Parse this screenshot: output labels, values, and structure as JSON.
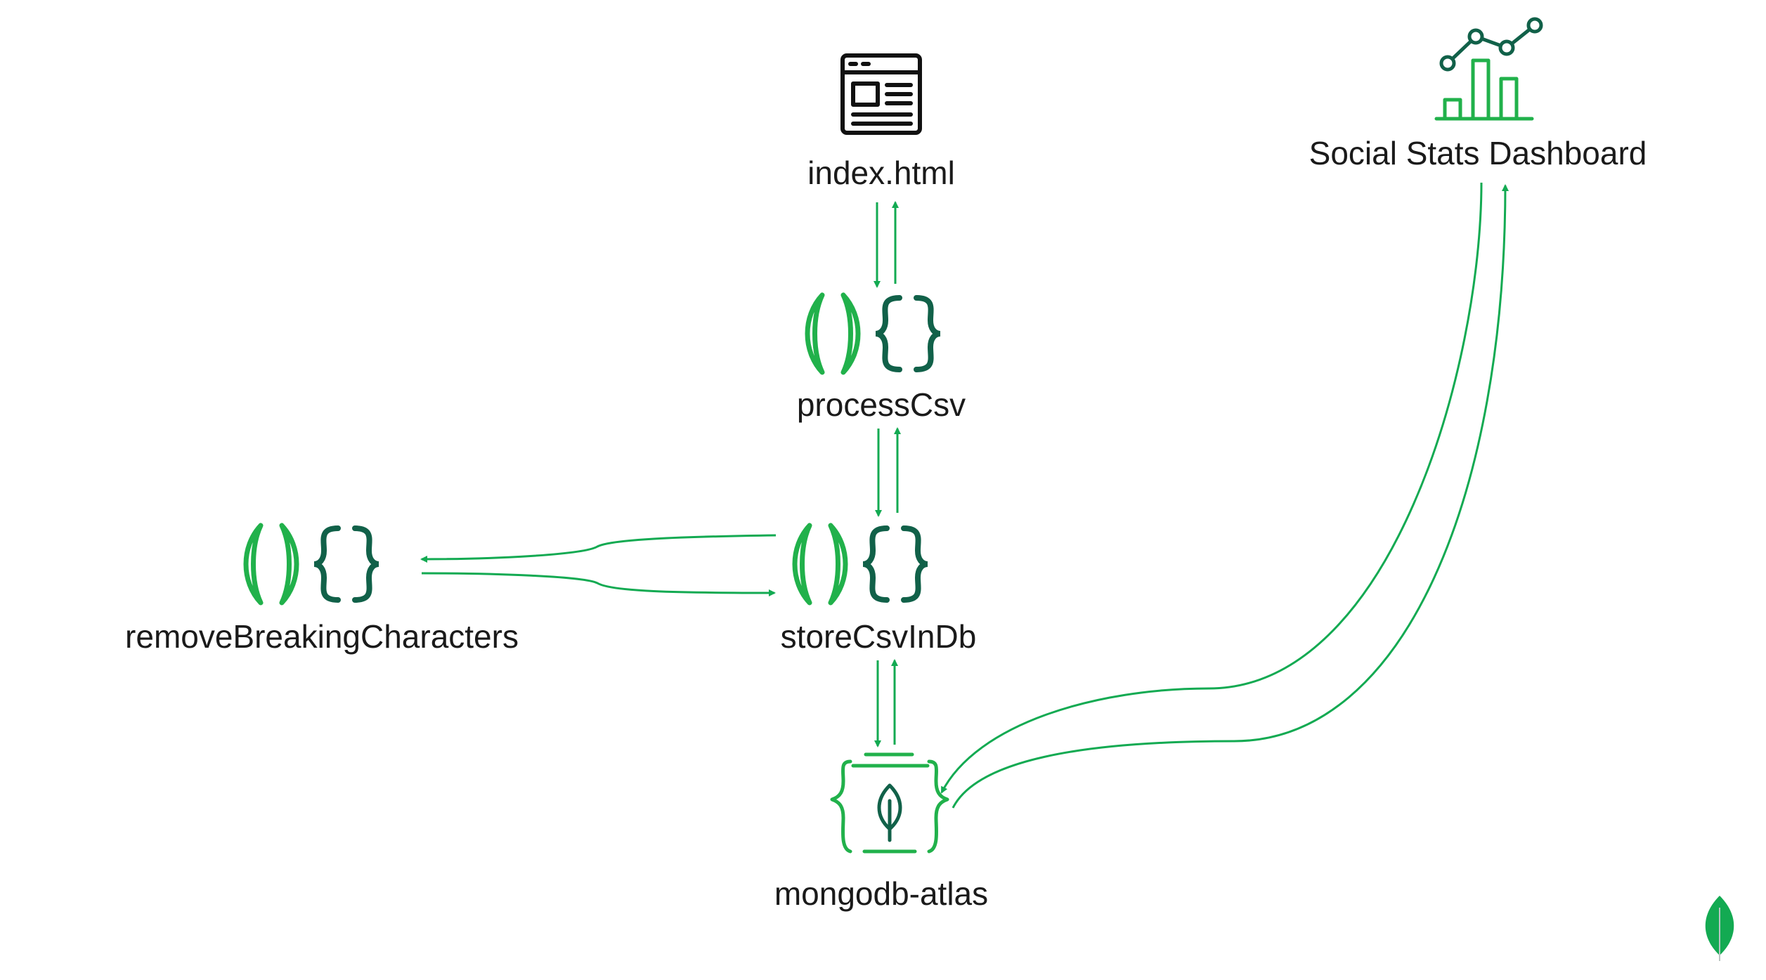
{
  "diagram": {
    "nodes": {
      "index_html": {
        "label": "index.html",
        "icon": "web-page-icon"
      },
      "process_csv": {
        "label": "processCsv",
        "icon": "function-icon"
      },
      "store_csv": {
        "label": "storeCsvInDb",
        "icon": "function-icon"
      },
      "remove_breaking": {
        "label": "removeBreakingCharacters",
        "icon": "function-icon"
      },
      "mongodb": {
        "label": "mongodb-atlas",
        "icon": "database-leaf-icon"
      },
      "dashboard": {
        "label": "Social Stats Dashboard",
        "icon": "chart-dashboard-icon"
      }
    },
    "edges": [
      {
        "from": "index_html",
        "to": "process_csv",
        "bidirectional": true
      },
      {
        "from": "process_csv",
        "to": "store_csv",
        "bidirectional": true
      },
      {
        "from": "store_csv",
        "to": "remove_breaking",
        "bidirectional": true
      },
      {
        "from": "store_csv",
        "to": "mongodb",
        "bidirectional": true
      },
      {
        "from": "mongodb",
        "to": "dashboard",
        "bidirectional": true
      }
    ],
    "corner_logo": "mongodb-leaf-logo"
  },
  "colors": {
    "arrow": "#13aa52",
    "icon_light_green": "#21b14b",
    "icon_dark_green": "#116149",
    "text": "#1a1a1a",
    "leaf_logo": "#13aa52"
  }
}
